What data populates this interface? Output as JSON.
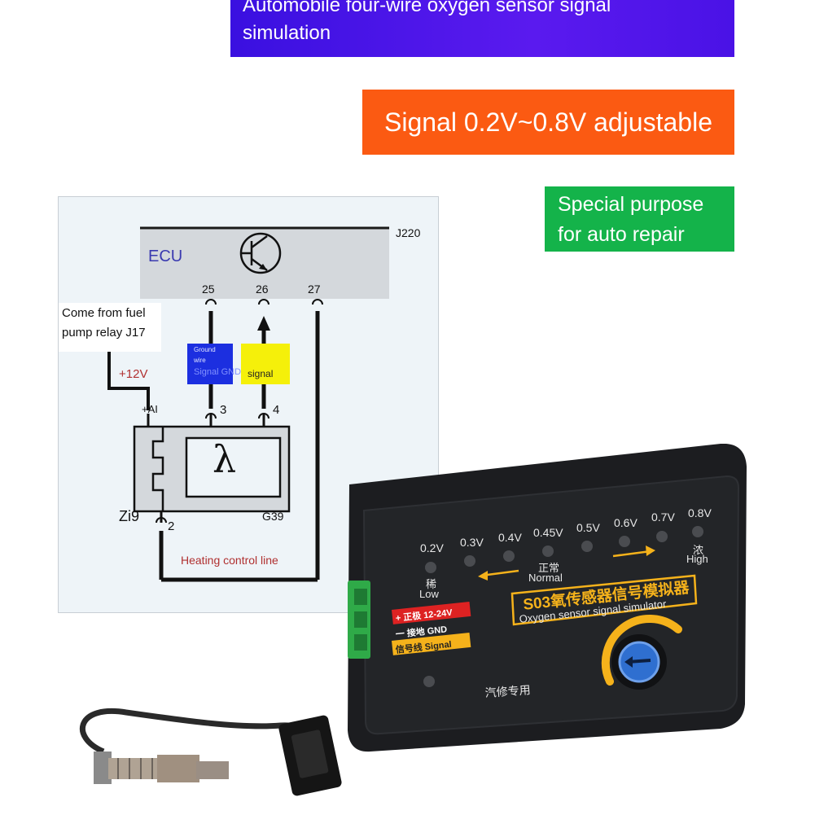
{
  "banners": {
    "title": "Automobile four-wire oxygen sensor signal simulation",
    "title_line1": "Automobile four-wire oxygen sensor signal",
    "title_line2": "simulation",
    "range": "Signal 0.2V~0.8V adjustable",
    "purpose_line1": "Special purpose",
    "purpose_line2": "for auto repair"
  },
  "diagram": {
    "ecu_label": "ECU",
    "ecu_code": "J220",
    "pins": [
      "25",
      "26",
      "27"
    ],
    "fuel_relay_line1": "Come from fuel",
    "fuel_relay_line2": "pump relay J17",
    "voltage": "+12V",
    "ground_small1": "Ground",
    "ground_small2": "wire",
    "ground_label": "Signal GND",
    "signal_label": "signal",
    "plus_ai": "+AI",
    "sensor_pins": [
      "3",
      "4",
      "2"
    ],
    "lambda": "λ",
    "zi9": "Zi9",
    "g39": "G39",
    "heating": "Heating control line",
    "colors": {
      "ground_box": "#1c2fe0",
      "signal_box": "#f5f00a"
    }
  },
  "device": {
    "model_title": "S03氧传感器信号模拟器",
    "subtitle": "Oxygen sensor signal simulator",
    "levels": [
      "0.2V",
      "0.3V",
      "0.4V",
      "0.45V",
      "0.5V",
      "0.6V",
      "0.7V",
      "0.8V"
    ],
    "low_cn": "稀",
    "low_en": "Low",
    "normal_cn": "正常",
    "normal_en": "Normal",
    "high_cn": "浓",
    "high_en": "High",
    "wire_positive": "+ 正极 12-24V",
    "wire_ground": "一 接地 GND",
    "wire_signal": "信号线 Signal",
    "auto_repair_cn": "汽修专用",
    "colors": {
      "body": "#1f2124",
      "knob": "#2f6fd0",
      "accent": "#f5b21b",
      "connector": "#2faa48"
    }
  }
}
